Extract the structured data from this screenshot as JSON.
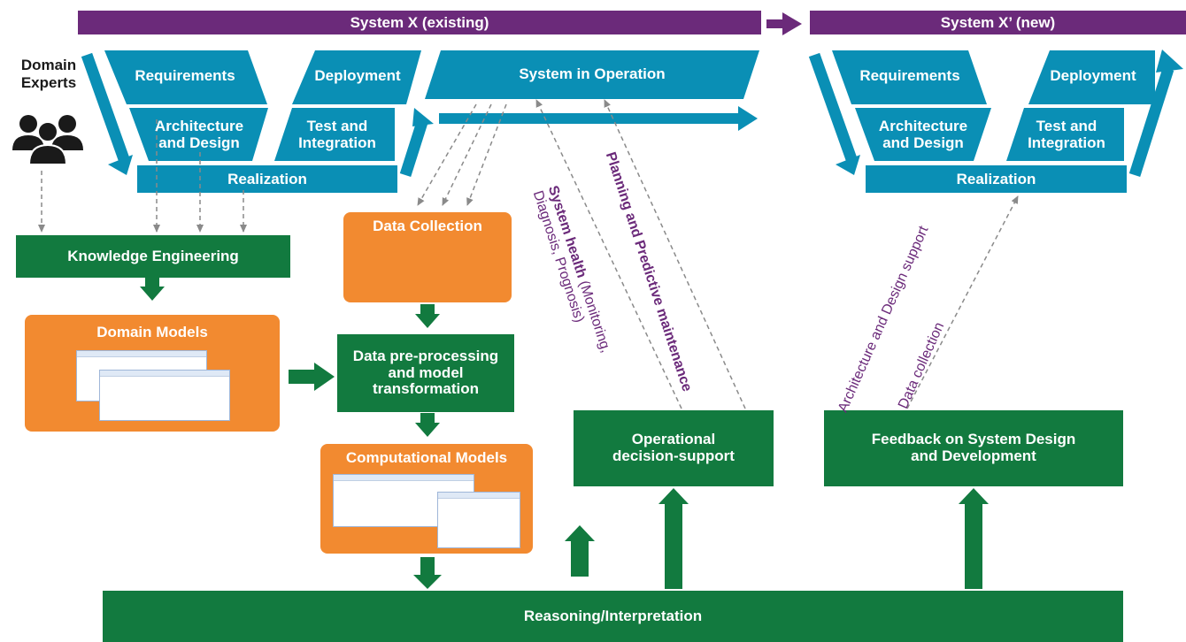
{
  "system_x": {
    "title": "System X (existing)"
  },
  "system_x_new": {
    "title": "System X’ (new)"
  },
  "domain_experts": {
    "label_line1": "Domain",
    "label_line2": "Experts",
    "icon": "people-group-icon"
  },
  "v_model_left": {
    "requirements": "Requirements",
    "deployment": "Deployment",
    "architecture_line1": "Architecture",
    "architecture_line2": "and Design",
    "test_line1": "Test and",
    "test_line2": "Integration",
    "realization": "Realization",
    "system_in_operation": "System in Operation"
  },
  "v_model_right": {
    "requirements": "Requirements",
    "deployment": "Deployment",
    "architecture_line1": "Architecture",
    "architecture_line2": "and Design",
    "test_line1": "Test and",
    "test_line2": "Integration",
    "realization": "Realization"
  },
  "boxes": {
    "knowledge_engineering": "Knowledge Engineering",
    "domain_models": "Domain Models",
    "data_collection": "Data Collection",
    "preprocessing_line1": "Data pre-processing",
    "preprocessing_line2": "and model",
    "preprocessing_line3": "transformation",
    "computational_models": "Computational Models",
    "operational_line1": "Operational",
    "operational_line2": "decision-support",
    "feedback_line1": "Feedback on System Design",
    "feedback_line2": "and Development",
    "reasoning": "Reasoning/Interpretation"
  },
  "annotations": {
    "system_health_bold": "System health",
    "system_health_rest": " (Monitoring,",
    "system_health_line2": "Diagnosis, Prognosis)",
    "planning": "Planning and Predictive maintenance",
    "architecture_support": "Architecture and Design support",
    "data_collection": "Data collection"
  },
  "colors": {
    "purple": "#6b2a7a",
    "teal": "#0a8fb5",
    "green": "#127a3f",
    "orange": "#f28a30"
  }
}
